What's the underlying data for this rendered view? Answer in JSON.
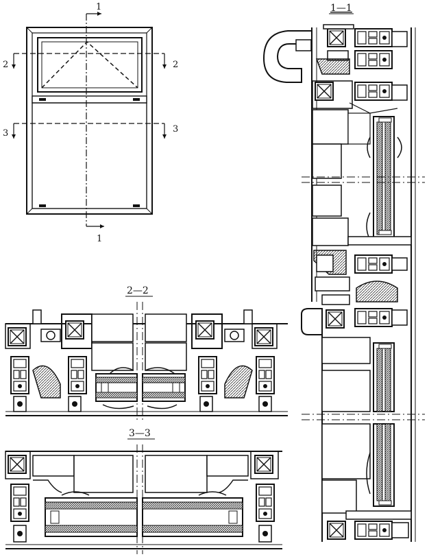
{
  "elevation": {
    "cut_1_top": "1",
    "cut_1_bottom": "1",
    "cut_2_left": "2",
    "cut_2_right": "2",
    "cut_3_left": "3",
    "cut_3_right": "3"
  },
  "sections": {
    "section_1_title": "1—1",
    "section_2_title": "2—2",
    "section_3_title": "3—3"
  },
  "colors": {
    "ink": "#111111",
    "paper": "#ffffff",
    "hatch": "#333333"
  }
}
